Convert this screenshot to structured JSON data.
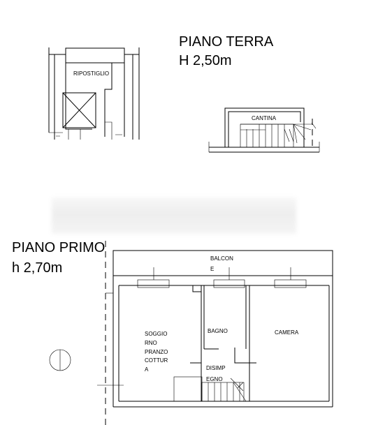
{
  "ground_floor": {
    "title": "PIANO TERRA",
    "height": "H 2,50m",
    "rooms": {
      "ripostiglio": "RIPOSTIGLIO",
      "cantina": "CANTINA"
    }
  },
  "first_floor": {
    "title": "PIANO PRIMO",
    "height": "h 2,70m",
    "rooms": {
      "balcone_1": "BALCON",
      "balcone_2": "E",
      "soggiorno_1": "SOGGIO",
      "soggiorno_2": "RNO",
      "soggiorno_3": "PRANZO",
      "soggiorno_4": "COTTUR",
      "soggiorno_5": "A",
      "bagno": "BAGNO",
      "camera": "CAMERA",
      "disimpegno_1": "DISIMP",
      "disimpegno_2": "EGNO"
    }
  }
}
